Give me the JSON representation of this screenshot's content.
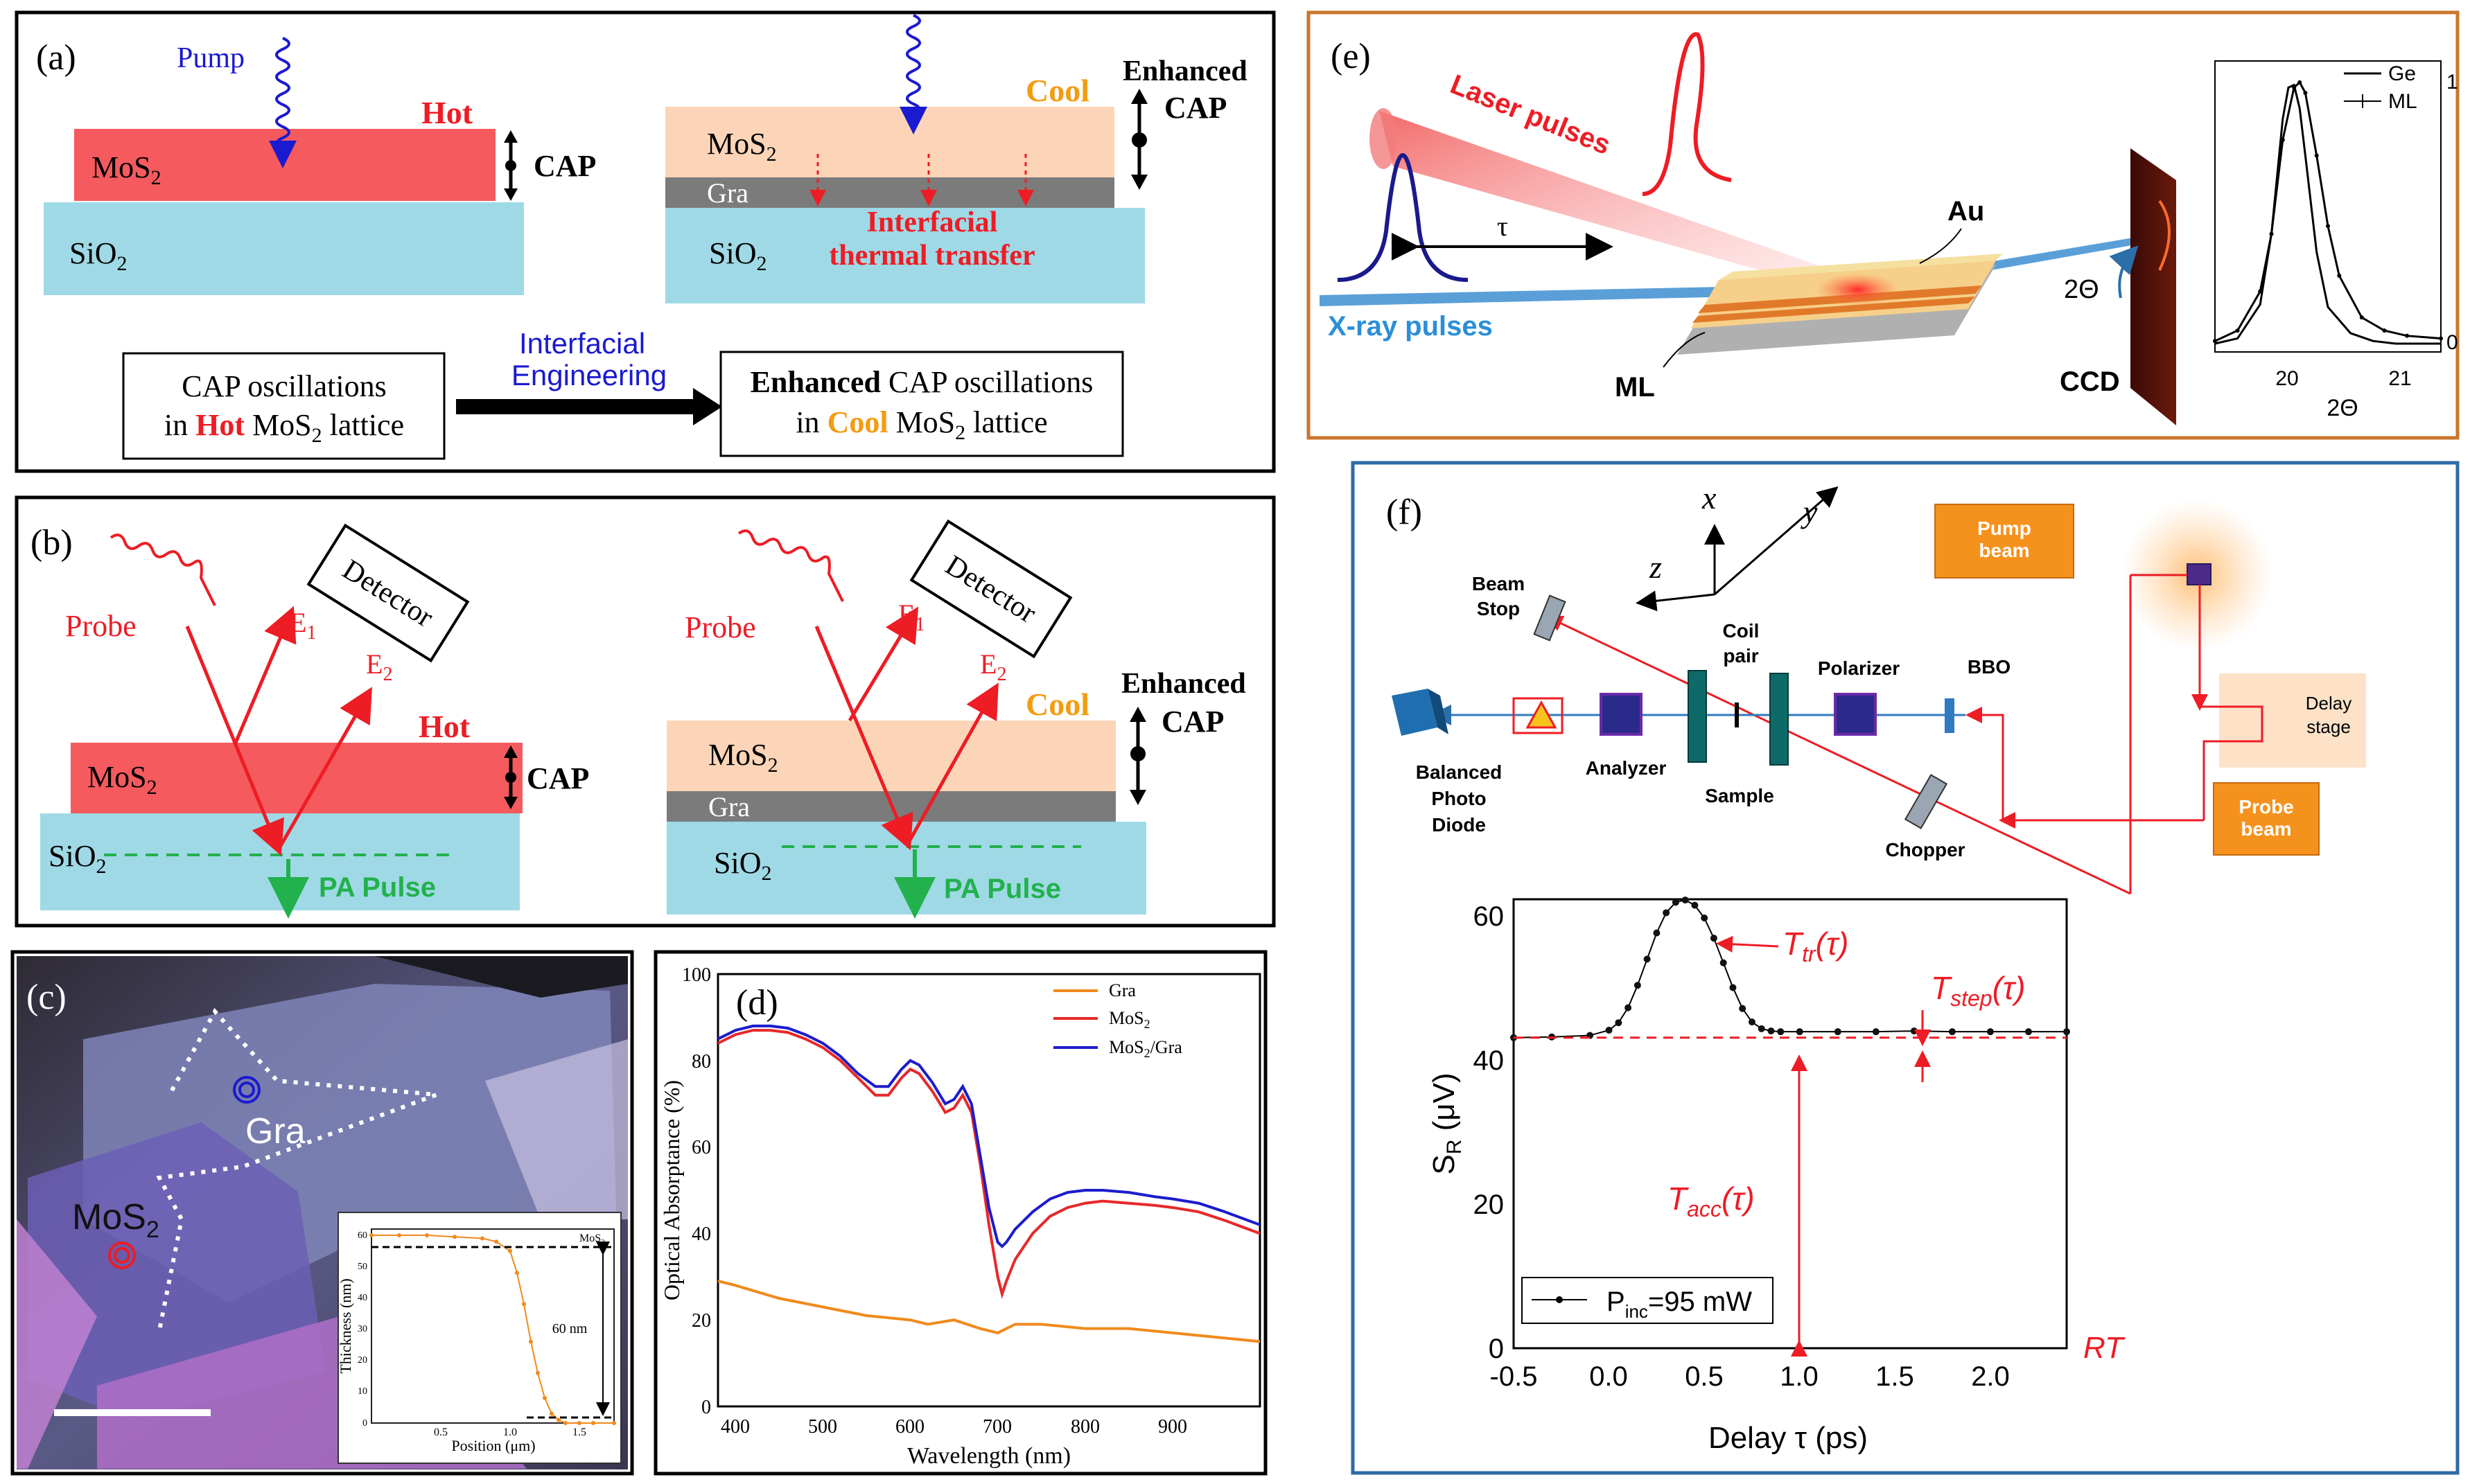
{
  "panel_a": {
    "label": "(a)",
    "pump": "Pump",
    "hot": "Hot",
    "cool": "Cool",
    "mos2_base": "MoS",
    "sub2": "2",
    "sio2_base": "SiO",
    "gra": "Gra",
    "cap": "CAP",
    "enhanced": "Enhanced",
    "interfacial_thermal_1": "Interfacial",
    "interfacial_thermal_2": "thermal transfer",
    "interfacial_engineering_1": "Interfacial",
    "interfacial_engineering_2": "Engineering",
    "box1_line1": "CAP oscillations",
    "box1_in": "in",
    "box1_hot": "Hot",
    "box1_mos": "MoS",
    "box1_lattice": "lattice",
    "box2_enhanced": "Enhanced",
    "box2_rest": "CAP oscillations",
    "box2_in": "in",
    "box2_cool": "Cool",
    "box2_mos": "MoS",
    "box2_lattice": "lattice"
  },
  "panel_b": {
    "label": "(b)",
    "probe": "Probe",
    "detector": "Detector",
    "e1": "E",
    "e1_sub": "1",
    "e2": "E",
    "e2_sub": "2",
    "hot": "Hot",
    "cool": "Cool",
    "cap": "CAP",
    "enhanced": "Enhanced",
    "mos2_base": "MoS",
    "sub2": "2",
    "sio2_base": "SiO",
    "gra": "Gra",
    "pa_pulse": "PA Pulse"
  },
  "panel_c": {
    "label": "(c)",
    "gra": "Gra",
    "mos2_base": "MoS",
    "sub2": "2",
    "inset": {
      "ylabel": "Thickness (nm)",
      "xlabel": "Position (μm)",
      "yticks": [
        "0",
        "10",
        "20",
        "30",
        "40",
        "50",
        "60"
      ],
      "xticks": [
        "0.5",
        "1.0",
        "1.5"
      ],
      "annotation": "60 nm",
      "mos_label": "MoS",
      "mos_sub": "2"
    }
  },
  "panel_d": {
    "label": "(d)",
    "xlabel": "Wavelength (nm)",
    "ylabel": "Optical Absorptance (%)",
    "xticks": [
      "400",
      "500",
      "600",
      "700",
      "800",
      "900"
    ],
    "yticks": [
      "0",
      "20",
      "40",
      "60",
      "80",
      "100"
    ],
    "legend_gra": "Gra",
    "legend_mos": "MoS",
    "legend_mos_sub": "2",
    "legend_mosgra_a": "MoS",
    "legend_mosgra_sub": "2",
    "legend_mosgra_b": "/Gra"
  },
  "panel_e": {
    "label": "(e)",
    "laser": "Laser pulses",
    "tau": "τ",
    "xray": "X-ray pulses",
    "au": "Au",
    "ml": "ML",
    "ccd": "CCD",
    "two_theta": "2Θ",
    "inset_xlabel": "2Θ",
    "inset_xticks": [
      "20",
      "21"
    ],
    "inset_yticks": [
      "1",
      "0"
    ],
    "legend_ge": "Ge",
    "legend_ml": "ML"
  },
  "panel_f": {
    "label": "(f)",
    "axis_x": "x",
    "axis_y": "y",
    "axis_z": "z",
    "pump_beam_1": "Pump",
    "pump_beam_2": "beam",
    "probe_beam_1": "Probe",
    "probe_beam_2": "beam",
    "delay_stage_1": "Delay",
    "delay_stage_2": "stage",
    "beam_stop_1": "Beam",
    "beam_stop_2": "Stop",
    "coil_pair_1": "Coil",
    "coil_pair_2": "pair",
    "polarizer": "Polarizer",
    "bbo": "BBO",
    "bpd_1": "Balanced",
    "bpd_2": "Photo",
    "bpd_3": "Diode",
    "analyzer": "Analyzer",
    "sample": "Sample",
    "chopper": "Chopper",
    "ylabel_s": "S",
    "ylabel_sub": "R",
    "ylabel_unit": "(μV)",
    "xlabel": "Delay τ (ps)",
    "xticks": [
      "-0.5",
      "0.0",
      "0.5",
      "1.0",
      "1.5",
      "2.0"
    ],
    "yticks": [
      "0",
      "20",
      "40",
      "60"
    ],
    "ttr": "T",
    "ttr_sub": "tr",
    "ttr_arg": "(τ)",
    "tstep": "T",
    "tstep_sub": "step",
    "tstep_arg": "(τ)",
    "tacc": "T",
    "tacc_sub": "acc",
    "tacc_arg": "(τ)",
    "legend_p": "P",
    "legend_sub": "inc",
    "legend_val": "=95 mW",
    "rt": "RT"
  },
  "chart_data": [
    {
      "type": "line",
      "panel": "d",
      "xlabel": "Wavelength (nm)",
      "ylabel": "Optical Absorptance (%)",
      "xlim": [
        380,
        1000
      ],
      "ylim": [
        0,
        100
      ],
      "series": [
        {
          "name": "Gra",
          "color": "#f08a1c",
          "x": [
            380,
            400,
            450,
            500,
            550,
            600,
            620,
            650,
            680,
            700,
            720,
            750,
            800,
            850,
            900,
            950,
            1000
          ],
          "y": [
            29,
            28,
            25,
            23,
            21,
            20,
            19,
            20,
            18,
            17,
            19,
            19,
            18,
            18,
            17,
            16,
            15
          ]
        },
        {
          "name": "MoS2",
          "color": "#e8282a",
          "x": [
            380,
            400,
            420,
            440,
            460,
            480,
            500,
            520,
            540,
            560,
            575,
            590,
            600,
            610,
            625,
            640,
            650,
            660,
            670,
            680,
            690,
            700,
            705,
            710,
            720,
            740,
            760,
            780,
            800,
            820,
            850,
            880,
            900,
            930,
            960,
            1000
          ],
          "y": [
            84,
            86,
            87,
            87,
            86.5,
            85,
            83,
            80,
            76,
            72,
            72,
            76,
            78,
            77,
            73,
            68,
            69,
            72,
            68,
            56,
            42,
            30,
            26,
            29,
            34,
            40,
            44,
            46,
            47,
            47.5,
            47,
            46.5,
            46,
            45,
            43,
            40
          ]
        },
        {
          "name": "MoS2/Gra",
          "color": "#1c1ccc",
          "x": [
            380,
            400,
            420,
            440,
            460,
            480,
            500,
            520,
            540,
            560,
            575,
            590,
            600,
            610,
            625,
            640,
            650,
            660,
            670,
            680,
            690,
            700,
            705,
            710,
            720,
            740,
            760,
            780,
            800,
            820,
            850,
            880,
            900,
            930,
            960,
            1000
          ],
          "y": [
            85,
            87,
            88,
            88,
            87.5,
            86,
            84,
            81,
            77,
            74,
            74,
            78,
            80,
            79,
            75,
            70,
            71,
            74,
            70,
            58,
            46,
            38,
            37,
            38,
            41,
            45,
            48,
            49.5,
            50,
            50,
            49.5,
            48.5,
            48,
            47,
            45,
            42
          ]
        }
      ]
    },
    {
      "type": "line",
      "panel": "f",
      "xlabel": "Delay τ (ps)",
      "ylabel": "SR (μV)",
      "xlim": [
        -0.5,
        2.4
      ],
      "ylim": [
        0,
        60
      ],
      "series": [
        {
          "name": "Pinc=95 mW",
          "x": [
            -0.5,
            -0.3,
            -0.1,
            0.0,
            0.05,
            0.1,
            0.15,
            0.2,
            0.25,
            0.3,
            0.35,
            0.4,
            0.45,
            0.5,
            0.55,
            0.6,
            0.65,
            0.7,
            0.75,
            0.8,
            0.85,
            0.9,
            1.0,
            1.2,
            1.4,
            1.6,
            1.8,
            2.0,
            2.2,
            2.4
          ],
          "y": [
            41.5,
            41.6,
            41.8,
            42.5,
            43.5,
            45.5,
            48.5,
            52.0,
            55.5,
            58.2,
            59.6,
            59.9,
            59.2,
            57.5,
            54.8,
            51.5,
            48.2,
            45.4,
            43.6,
            42.7,
            42.4,
            42.3,
            42.3,
            42.3,
            42.3,
            42.4,
            42.3,
            42.3,
            42.3,
            42.3
          ]
        }
      ]
    },
    {
      "type": "line",
      "panel": "c-inset",
      "xlabel": "Position (μm)",
      "ylabel": "Thickness (nm)",
      "xlim": [
        0,
        1.75
      ],
      "ylim": [
        0,
        62
      ],
      "series": [
        {
          "name": "profile",
          "x": [
            0.0,
            0.2,
            0.4,
            0.6,
            0.8,
            0.9,
            1.0,
            1.05,
            1.1,
            1.15,
            1.2,
            1.25,
            1.3,
            1.35,
            1.4,
            1.5,
            1.6,
            1.75
          ],
          "y": [
            60,
            60,
            60,
            59.5,
            59,
            58,
            55,
            48,
            38,
            26,
            16,
            8,
            3,
            1,
            0,
            0,
            0,
            0
          ]
        }
      ]
    },
    {
      "type": "line",
      "panel": "e-inset",
      "xlabel": "2Θ",
      "xlim": [
        19.4,
        21.4
      ],
      "ylim": [
        0,
        1.05
      ],
      "series": [
        {
          "name": "Ge",
          "x": [
            19.4,
            19.6,
            19.8,
            19.9,
            20.0,
            20.05,
            20.1,
            20.15,
            20.2,
            20.3,
            20.4,
            20.6,
            20.8,
            21.0,
            21.4
          ],
          "y": [
            0.0,
            0.02,
            0.15,
            0.42,
            0.86,
            0.98,
            0.99,
            0.9,
            0.72,
            0.35,
            0.14,
            0.04,
            0.01,
            0.0,
            0.0
          ]
        },
        {
          "name": "ML",
          "x": [
            19.4,
            19.6,
            19.8,
            19.9,
            20.0,
            20.1,
            20.15,
            20.2,
            20.3,
            20.4,
            20.5,
            20.7,
            20.9,
            21.1,
            21.4
          ],
          "y": [
            0.01,
            0.05,
            0.2,
            0.42,
            0.78,
            0.98,
            1.0,
            0.96,
            0.72,
            0.45,
            0.26,
            0.1,
            0.05,
            0.03,
            0.02
          ]
        }
      ]
    }
  ]
}
